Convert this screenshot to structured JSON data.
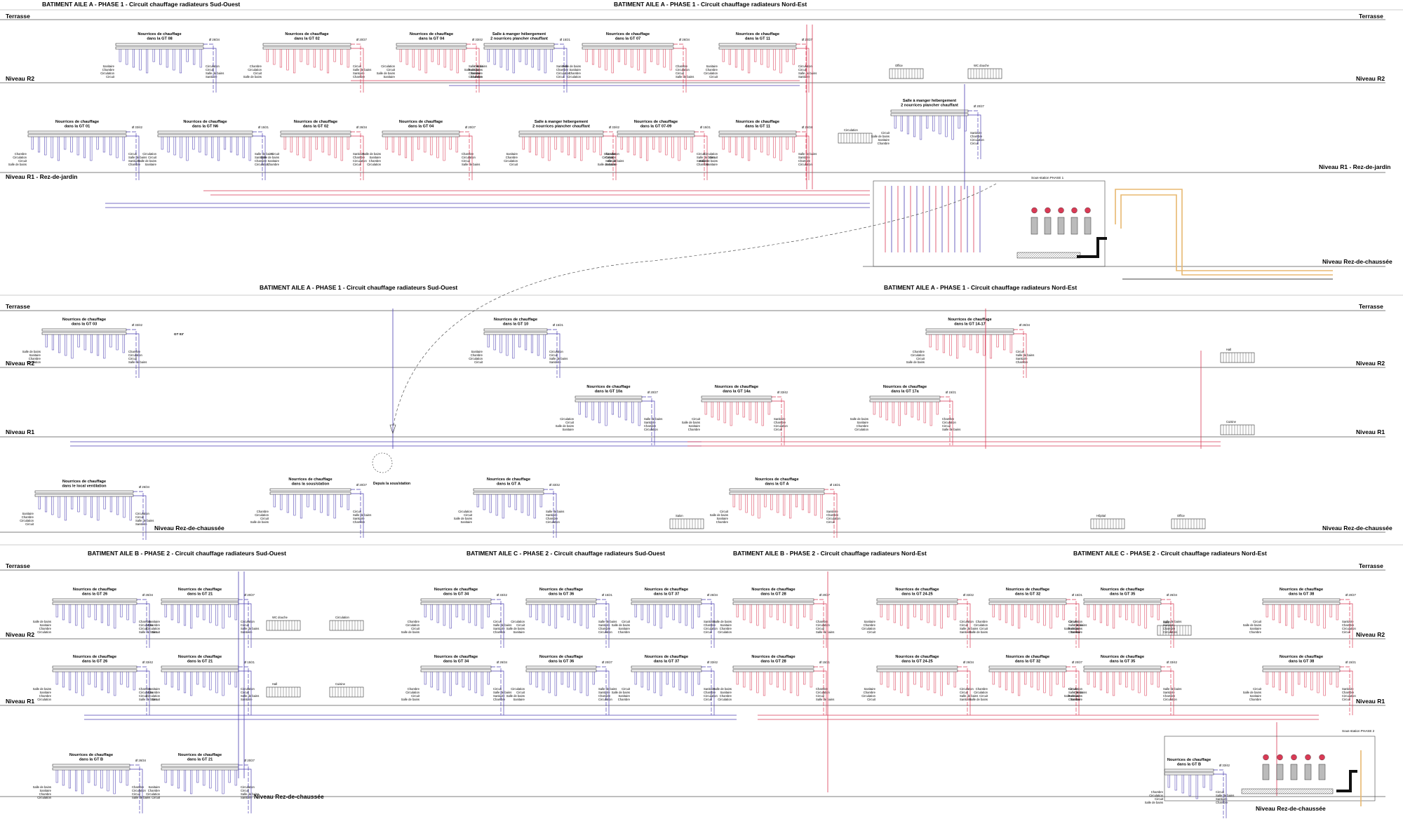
{
  "colors": {
    "flow": "#d93a55",
    "return": "#4b3fb0",
    "line": "#222222",
    "supply_light": "#e8b870",
    "supply_dark": "#6a6a6a",
    "background": "#ffffff"
  },
  "sections": [
    {
      "titles": [
        {
          "text": "BATIMENT AILE A - PHASE 1 - Circuit chauffage radiateurs Sud-Ouest"
        },
        {
          "text": "BATIMENT AILE A - PHASE 1 - Circuit chauffage radiateurs Nord-Est"
        }
      ],
      "levels": [
        {
          "left": "Terrasse",
          "right": "Terrasse"
        },
        {
          "left": "Niveau R2",
          "right": "Niveau R2"
        },
        {
          "left": "Niveau R1 - Rez-de-jardin",
          "right": "Niveau R1 - Rez-de-jardin"
        },
        {
          "left": "",
          "right": "Niveau Rez-de-chaussée"
        }
      ],
      "manifolds": [
        {
          "title": [
            "Nourrices de chauffage",
            "dans la GT 08"
          ],
          "color": "return"
        },
        {
          "title": [
            "Nourrices de chauffage",
            "dans la GT 02"
          ],
          "color": "flow"
        },
        {
          "title": [
            "Nourrices de chauffage",
            "dans la GT 04"
          ],
          "color": "flow"
        },
        {
          "title": [
            "Salle à manger hébergement",
            "2 nourrices plancher chauffant"
          ],
          "color": "return"
        },
        {
          "title": [
            "Nourrices de chauffage",
            "dans la GT 07"
          ],
          "color": "flow"
        },
        {
          "title": [
            "Nourrices de chauffage",
            "dans la GT 11"
          ],
          "color": "flow"
        },
        {
          "title": [
            "Nourrices de chauffage",
            "dans la GT 01"
          ],
          "color": "return"
        },
        {
          "title": [
            "Nourrices de chauffage",
            "dans la GT N6"
          ],
          "color": "return"
        },
        {
          "title": [
            "Nourrices de chauffage",
            "dans la GT 02"
          ],
          "color": "flow"
        },
        {
          "title": [
            "Nourrices de chauffage",
            "dans la GT 04"
          ],
          "color": "flow"
        },
        {
          "title": [
            "Salle à manger hébergement",
            "2 nourrices plancher chauffant"
          ],
          "color": "flow"
        },
        {
          "title": [
            "Nourrices de chauffage",
            "dans la GT 07-09"
          ],
          "color": "flow"
        },
        {
          "title": [
            "Nourrices de chauffage",
            "dans la GT 11"
          ],
          "color": "flow"
        },
        {
          "title": [
            "Salle à manger hébergement",
            "2 nourrices plancher chauffant"
          ],
          "color": "return"
        }
      ],
      "station": "Sous-station PHASE 1"
    },
    {
      "titles": [
        {
          "text": "BATIMENT AILE A - PHASE 1 - Circuit chauffage radiateurs Sud-Ouest"
        },
        {
          "text": "BATIMENT AILE A - PHASE 1 - Circuit chauffage radiateurs Nord-Est"
        }
      ],
      "levels": [
        {
          "left": "Terrasse",
          "right": "Terrasse"
        },
        {
          "left": "Niveau R2",
          "right": "Niveau R2"
        },
        {
          "left": "Niveau R1",
          "right": "Niveau R1"
        },
        {
          "left": "",
          "right": "Niveau Rez-de-chaussée"
        }
      ],
      "manifolds": [
        {
          "title": [
            "Nourrices de chauffage",
            "dans la GT 03"
          ],
          "color": "return"
        },
        {
          "title": [
            "Nourrices de chauffage",
            "dans la GT 10"
          ],
          "color": "return"
        },
        {
          "title": [
            "Nourrices de chauffage",
            "dans la GT 14-17"
          ],
          "color": "flow"
        },
        {
          "title": [
            "Nourrices de chauffage",
            "dans la GT 10a"
          ],
          "color": "return"
        },
        {
          "title": [
            "Nourrices de chauffage",
            "dans la GT 14a"
          ],
          "color": "flow"
        },
        {
          "title": [
            "Nourrices de chauffage",
            "dans la GT 17a"
          ],
          "color": "flow"
        },
        {
          "title": [
            "Nourrices de chauffage",
            "dans le local ventilation"
          ],
          "color": "return"
        },
        {
          "title": [
            "Nourrices de chauffage",
            "dans la sous/station"
          ],
          "color": "return"
        },
        {
          "title": [
            "Nourrices de chauffage",
            "dans la GT A"
          ],
          "color": "return"
        },
        {
          "title": [
            "Nourrices de chauffage",
            "dans la GT A"
          ],
          "color": "flow"
        }
      ],
      "gt_label": "GT 03'",
      "station_note": "Depuis la sous/station"
    },
    {
      "titles": [
        {
          "text": "BATIMENT AILE B - PHASE 2 - Circuit chauffage radiateurs Sud-Ouest"
        },
        {
          "text": "BATIMENT AILE C - PHASE 2 - Circuit chauffage radiateurs Sud-Ouest"
        },
        {
          "text": "BATIMENT AILE B - PHASE 2 - Circuit chauffage radiateurs Nord-Est"
        },
        {
          "text": "BATIMENT AILE C - PHASE 2 - Circuit chauffage radiateurs Nord-Est"
        }
      ],
      "levels": [
        {
          "left": "Terrasse",
          "right": "Terrasse"
        },
        {
          "left": "Niveau R2",
          "right": "Niveau R2"
        },
        {
          "left": "Niveau R1",
          "right": "Niveau R1"
        },
        {
          "left": "",
          "right": "Niveau Rez-de-chaussée"
        }
      ],
      "manifolds": [
        {
          "title": [
            "Nourrices de chauffage",
            "dans la GT 26"
          ],
          "color": "return"
        },
        {
          "title": [
            "Nourrices de chauffage",
            "dans la GT 21"
          ],
          "color": "return"
        },
        {
          "title": [
            "Nourrices de chauffage",
            "dans la GT 34"
          ],
          "color": "return"
        },
        {
          "title": [
            "Nourrices de chauffage",
            "dans la GT 36"
          ],
          "color": "return"
        },
        {
          "title": [
            "Nourrices de chauffage",
            "dans la GT 37"
          ],
          "color": "return"
        },
        {
          "title": [
            "Nourrices de chauffage",
            "dans la GT 28"
          ],
          "color": "flow"
        },
        {
          "title": [
            "Nourrices de chauffage",
            "dans la GT 24-25"
          ],
          "color": "flow"
        },
        {
          "title": [
            "Nourrices de chauffage",
            "dans la GT 32"
          ],
          "color": "flow"
        },
        {
          "title": [
            "Nourrices de chauffage",
            "dans la GT 35"
          ],
          "color": "flow"
        },
        {
          "title": [
            "Nourrices de chauffage",
            "dans la GT 38"
          ],
          "color": "flow"
        },
        {
          "title": [
            "Nourrices de chauffage",
            "dans la GT 26"
          ],
          "color": "return"
        },
        {
          "title": [
            "Nourrices de chauffage",
            "dans la GT 21"
          ],
          "color": "return"
        },
        {
          "title": [
            "Nourrices de chauffage",
            "dans la GT 34"
          ],
          "color": "return"
        },
        {
          "title": [
            "Nourrices de chauffage",
            "dans la GT 36"
          ],
          "color": "return"
        },
        {
          "title": [
            "Nourrices de chauffage",
            "dans la GT 37"
          ],
          "color": "return"
        },
        {
          "title": [
            "Nourrices de chauffage",
            "dans la GT 28"
          ],
          "color": "flow"
        },
        {
          "title": [
            "Nourrices de chauffage",
            "dans la GT 24-25"
          ],
          "color": "flow"
        },
        {
          "title": [
            "Nourrices de chauffage",
            "dans la GT 32"
          ],
          "color": "flow"
        },
        {
          "title": [
            "Nourrices de chauffage",
            "dans la GT 35"
          ],
          "color": "flow"
        },
        {
          "title": [
            "Nourrices de chauffage",
            "dans la GT 38"
          ],
          "color": "flow"
        },
        {
          "title": [
            "Nourrices de chauffage",
            "dans la GT B"
          ],
          "color": "return"
        },
        {
          "title": [
            "Nourrices de chauffage",
            "dans la GT 21"
          ],
          "color": "return"
        },
        {
          "title": [
            "Nourrices de chauffage",
            "dans la GT B"
          ],
          "color": "return"
        }
      ],
      "station": "Sous-station PHASE 2"
    }
  ],
  "pipe_labels": [
    "Ø 26/34",
    "Ø 20/27",
    "Ø 33/42",
    "Ø 15/21"
  ],
  "circuit_labels": [
    "Sanitaire",
    "Chambre",
    "Circulation",
    "Circuit",
    "Salle de bains"
  ],
  "radiator_labels": [
    "Office",
    "WC douche",
    "Circulation",
    "Hall",
    "Cuisine",
    "Salon",
    "Hôpital"
  ]
}
